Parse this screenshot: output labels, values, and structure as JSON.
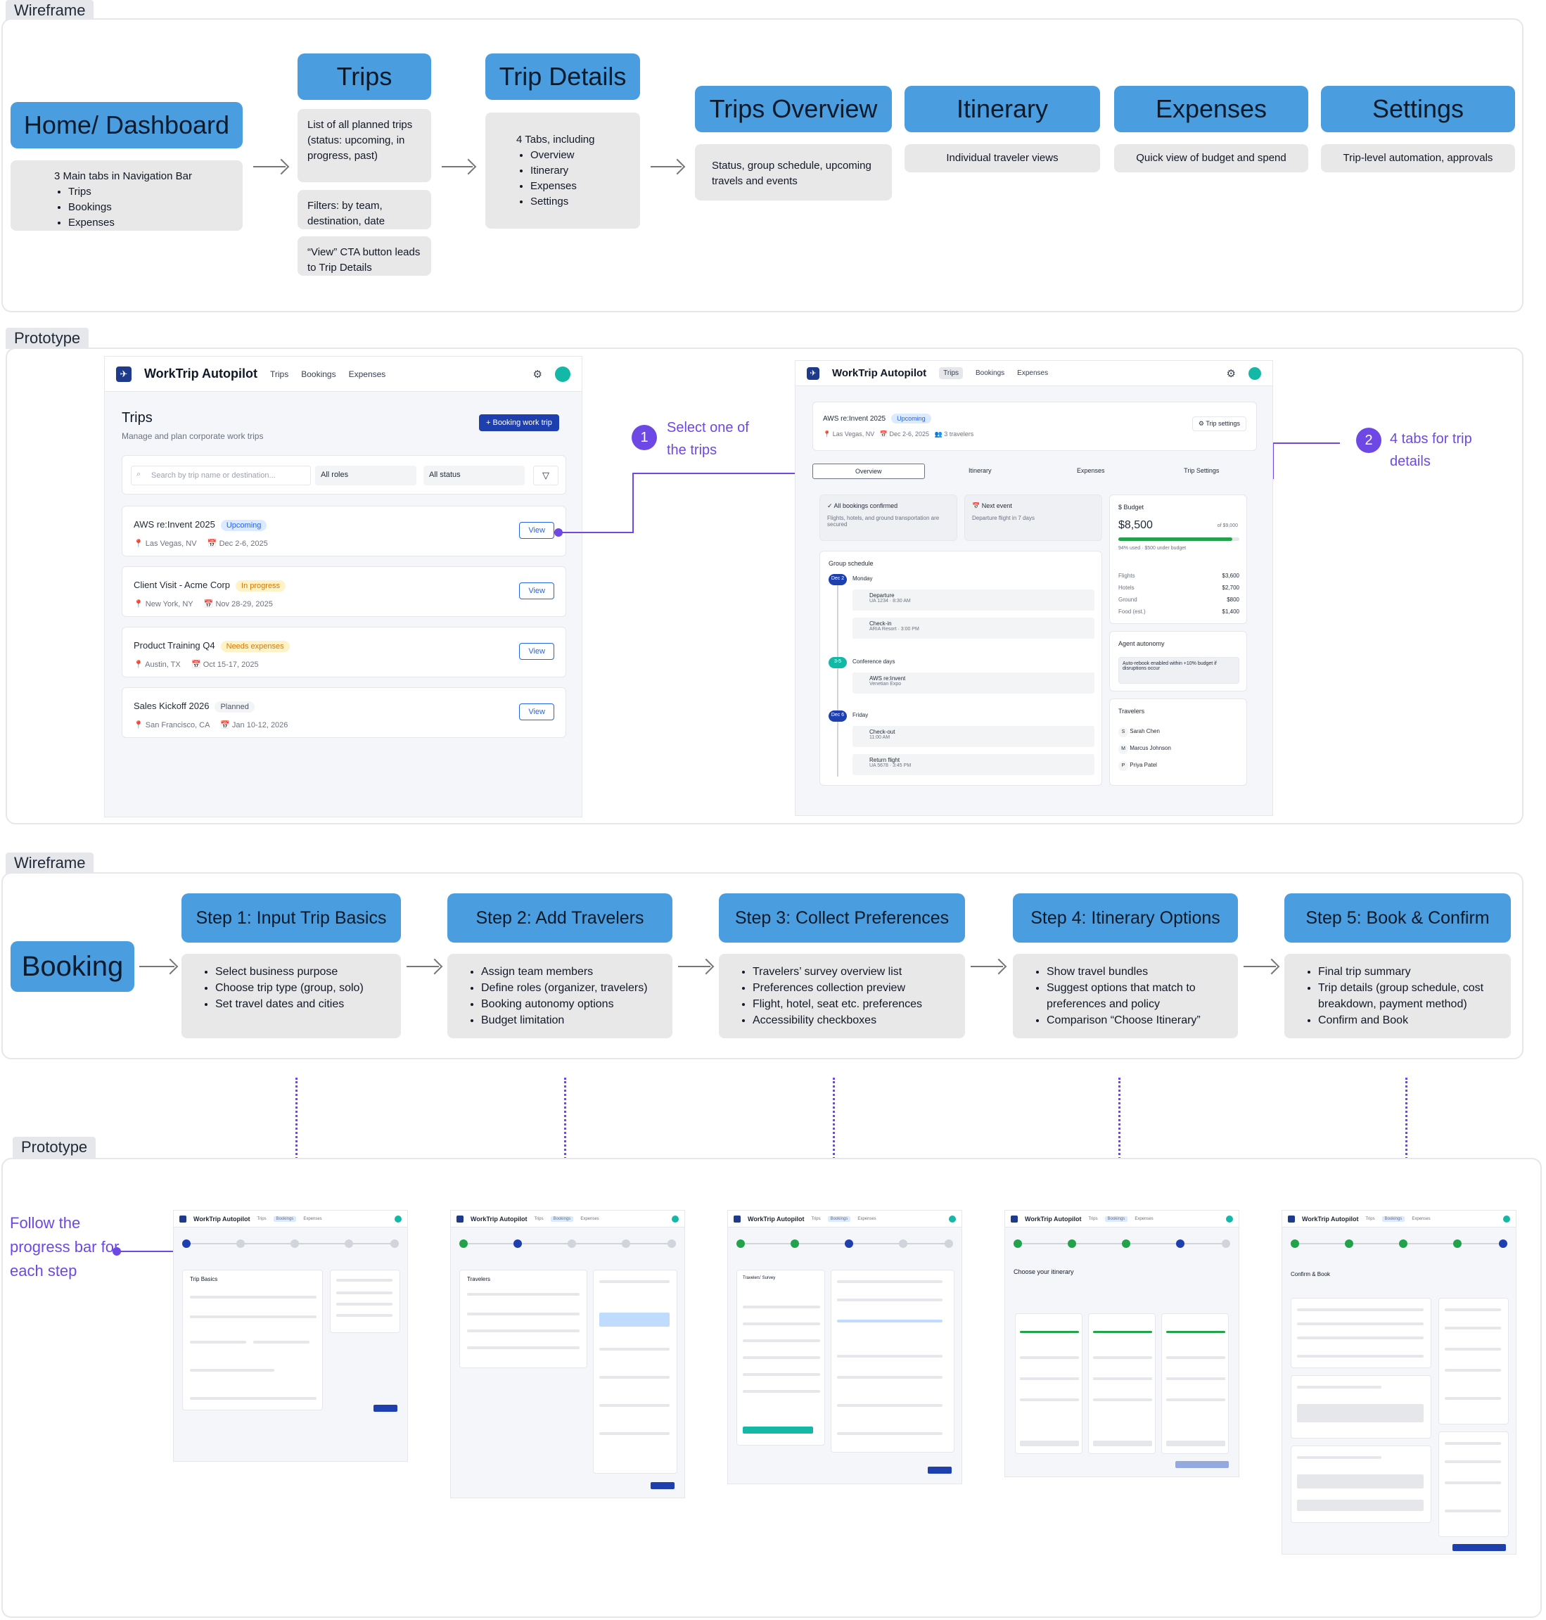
{
  "sections": {
    "wireframe_1": "Wireframe",
    "prototype_1": "Prototype",
    "wireframe_2": "Wireframe",
    "prototype_2": "Prototype"
  },
  "flow1": {
    "home": {
      "title": "Home/ Dashboard",
      "intro": "3 Main tabs in Navigation Bar",
      "items": [
        "Trips",
        "Bookings",
        "Expenses"
      ]
    },
    "trips": {
      "title": "Trips",
      "note1": "List of all planned trips (status: upcoming, in progress, past)",
      "note2": "Filters: by team, destination, date",
      "note3": "“View” CTA button leads to Trip Details"
    },
    "trip_details": {
      "title": "Trip Details",
      "intro": "4 Tabs, including",
      "items": [
        "Overview",
        "Itinerary",
        "Expenses",
        "Settings"
      ]
    },
    "tabs": [
      {
        "title": "Trips Overview",
        "desc": "Status, group schedule, upcoming travels and events"
      },
      {
        "title": "Itinerary",
        "desc": "Individual traveler views"
      },
      {
        "title": "Expenses",
        "desc": "Quick view of budget and spend"
      },
      {
        "title": "Settings",
        "desc": "Trip-level automation, approvals"
      }
    ]
  },
  "proto1": {
    "brand": "WorkTrip Autopilot",
    "nav": [
      "Trips",
      "Bookings",
      "Expenses"
    ],
    "page_title": "Trips",
    "page_subtitle": "Manage and plan corporate work trips",
    "new_button": "+ Booking work trip",
    "search_placeholder": "Search by trip name or destination...",
    "filter_roles": "All roles",
    "filter_status": "All status",
    "view_label": "View",
    "trips": [
      {
        "name": "AWS re:Invent 2025",
        "status": "Upcoming",
        "location": "Las Vegas, NV",
        "dates": "Dec 2-6, 2025"
      },
      {
        "name": "Client Visit - Acme Corp",
        "status": "In progress",
        "location": "New York, NY",
        "dates": "Nov 28-29, 2025"
      },
      {
        "name": "Product Training Q4",
        "status": "Needs expenses",
        "location": "Austin, TX",
        "dates": "Oct 15-17, 2025"
      },
      {
        "name": "Sales Kickoff 2026",
        "status": "Planned",
        "location": "San Francisco, CA",
        "dates": "Jan 10-12, 2026"
      }
    ],
    "annotation1": {
      "num": "1",
      "text": "Select one of the trips"
    },
    "annotation2": {
      "num": "2",
      "text": "4 tabs for trip details"
    },
    "detail": {
      "trip_name": "AWS re:Invent 2025",
      "status": "Upcoming",
      "location": "Las Vegas, NV",
      "dates": "Dec 2-6, 2025",
      "travelers": "3 travelers",
      "settings_btn": "Trip settings",
      "tabs": [
        "Overview",
        "Itinerary",
        "Expenses",
        "Trip Settings"
      ],
      "confirm_title": "All bookings confirmed",
      "confirm_desc": "Flights, hotels, and ground transportation are secured",
      "next_title": "Next event",
      "next_desc": "Departure flight in 7 days",
      "schedule_title": "Group schedule",
      "days": [
        {
          "badge": "Dec 2",
          "label": "Monday",
          "items": [
            {
              "title": "Departure",
              "sub": "UA 1234 · 8:30 AM"
            },
            {
              "title": "Check-in",
              "sub": "ARIA Resort · 3:00 PM"
            }
          ]
        },
        {
          "badge": "3-5",
          "label": "Conference days",
          "items": [
            {
              "title": "AWS re:Invent",
              "sub": "Venetian Expo"
            }
          ]
        },
        {
          "badge": "Dec 6",
          "label": "Friday",
          "items": [
            {
              "title": "Check-out",
              "sub": "11:00 AM"
            },
            {
              "title": "Return flight",
              "sub": "UA 5678 · 3:45 PM"
            }
          ]
        }
      ],
      "budget_title": "Budget",
      "budget_amount": "$8,500",
      "budget_of": "of $9,000",
      "budget_used": 0.94,
      "budget_note": "94% used · $500 under budget",
      "budget_rows": [
        {
          "label": "Flights",
          "value": "$3,600"
        },
        {
          "label": "Hotels",
          "value": "$2,700"
        },
        {
          "label": "Ground",
          "value": "$800"
        },
        {
          "label": "Food (est.)",
          "value": "$1,400"
        }
      ],
      "autonomy_title": "Agent autonomy",
      "autonomy_desc": "Auto-rebook enabled within +10% budget if disruptions occur",
      "travelers_title": "Travelers",
      "traveler_list": [
        {
          "initial": "S",
          "name": "Sarah Chen"
        },
        {
          "initial": "M",
          "name": "Marcus Johnson"
        },
        {
          "initial": "P",
          "name": "Priya Patel"
        }
      ]
    }
  },
  "flow2": {
    "booking": "Booking",
    "steps": [
      {
        "title": "Step 1: Input Trip Basics",
        "items": [
          "Select business purpose",
          "Choose trip type (group, solo)",
          "Set travel dates and cities"
        ]
      },
      {
        "title": "Step 2: Add Travelers",
        "items": [
          "Assign team members",
          "Define roles (organizer, travelers)",
          "Booking autonomy options",
          "Budget limitation"
        ]
      },
      {
        "title": "Step 3: Collect Preferences",
        "items": [
          "Travelers’ survey overview list",
          "Preferences collection preview",
          "Flight, hotel, seat etc. preferences",
          "Accessibility checkboxes"
        ]
      },
      {
        "title": "Step 4: Itinerary Options",
        "items": [
          "Show travel bundles",
          "Suggest options that match to preferences and policy",
          "Comparison “Choose Itinerary”"
        ]
      },
      {
        "title": "Step 5: Book & Confirm",
        "items": [
          "Final trip summary",
          "Trip details (group schedule, cost breakdown, payment method)",
          "Confirm and Book"
        ]
      }
    ]
  },
  "proto2": {
    "annotation": "Follow the progress bar for each step",
    "brand": "WorkTrip Autopilot",
    "nav": [
      "Trips",
      "Bookings",
      "Expenses"
    ],
    "screens": [
      {
        "title": "Trip Basics",
        "progress_step": 1
      },
      {
        "title": "Travelers",
        "progress_step": 2
      },
      {
        "title": "Travelers' Survey",
        "progress_step": 3
      },
      {
        "title": "Choose your itinerary",
        "progress_step": 4
      },
      {
        "title": "Confirm & Book",
        "progress_step": 5
      }
    ]
  },
  "colors": {
    "accent_blue": "#4a9ee0",
    "annotation_purple": "#6d48e5",
    "primary": "#1e40af",
    "success": "#22a34b"
  }
}
